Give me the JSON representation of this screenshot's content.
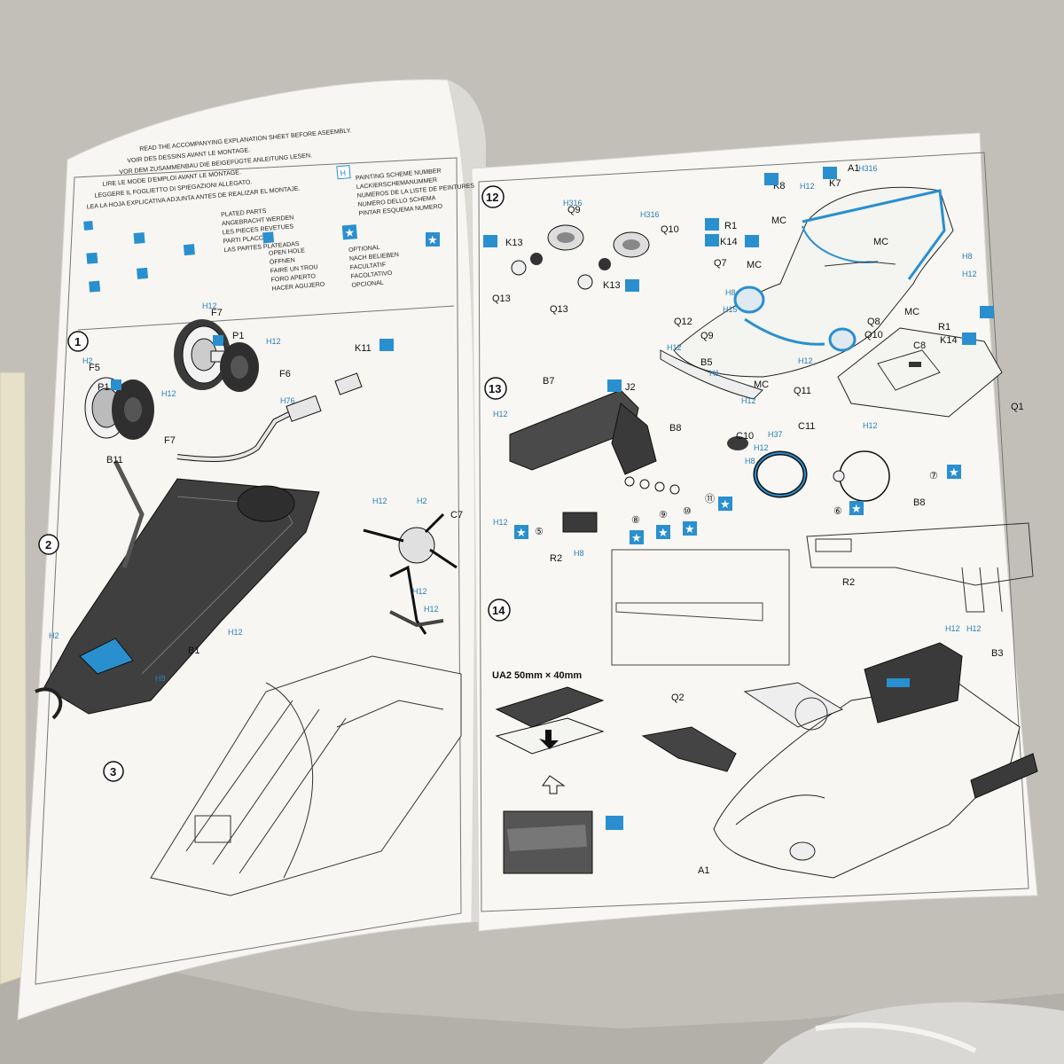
{
  "left_page": {
    "intro_lines": [
      "READ THE ACCOMPANYING EXPLANATION SHEET BEFORE ASEEMBLY.",
      "VOIR DES DESSINS AVANT LE MONTAGE.",
      "VOR DEM ZUSAMMENBAU DIE BEIGEFÜGTE ANLEITUNG LESEN.",
      "LIRE LE MODE D'EMPLOI AVANT LE MONTAGE.",
      "LEGGERE IL FOGLIETTO DI SPIEGAZIONI ALLEGATO.",
      "LEA LA HOJA EXPLICATIVA ADJUNTA ANTES DE REALIZAR EL MONTAJE."
    ],
    "legend_lines": [
      "PLATED PARTS",
      "ANGEBRACHT WERDEN",
      "LES PIECES REVETUES",
      "PARTI PLACCATI",
      "LAS PARTES PLATEADAS"
    ],
    "painting_lines": [
      "PAINTING SCHEME NUMBER",
      "LACKIERSCHEMANUMMER",
      "NUMEROS DE LA LISTE DE PEINTURES",
      "NUMERO DELLO SCHEMA",
      "PINTAR ESQUEMA NUMERO"
    ],
    "hole_lines": [
      "OPEN HOLE",
      "ÖFFNEN",
      "FAIRE UN TROU",
      "FORO APERTO",
      "HACER AGUJERO"
    ],
    "optional_lines": [
      "OPTIONAL",
      "NACH BELIEBEN",
      "FACULTATIF",
      "FACOLTATIVO",
      "OPCIONAL"
    ],
    "steps": [
      "1",
      "2",
      "3"
    ],
    "labels": {
      "F7a": "F7",
      "P1a": "P1",
      "F6a": "F6",
      "F5": "F5",
      "P1b": "P1",
      "F7b": "F7",
      "K11": "K11",
      "B11": "B11",
      "C7": "C7",
      "B1": "B1"
    },
    "h_labels": [
      "H12",
      "H12",
      "H2",
      "H12",
      "H76",
      "H12",
      "H2",
      "H2",
      "H8",
      "H12",
      "H12",
      "H12"
    ]
  },
  "right_page": {
    "steps": [
      "12",
      "13",
      "14"
    ],
    "labels": {
      "K13a": "K13",
      "Q9": "Q9",
      "Q10a": "Q10",
      "Q13a": "Q13",
      "Q13b": "Q13",
      "K13b": "K13",
      "K8": "K8",
      "K7": "K7",
      "A1a": "A1",
      "R1a": "R1",
      "K14a": "K14",
      "MCa": "MC",
      "Q7": "Q7",
      "MCb": "MC",
      "MCc": "MC",
      "Q12": "Q12",
      "Q9b": "Q9",
      "B5": "B5",
      "J2": "J2",
      "MCd": "MC",
      "Q11": "Q11",
      "Q8": "Q8",
      "Q10b": "Q10",
      "R1b": "R1",
      "K14b": "K14",
      "MCe": "MC",
      "C8": "C8",
      "Q1": "Q1",
      "B7": "B7",
      "B8a": "B8",
      "C10": "C10",
      "C11": "C11",
      "R2a": "R2",
      "B8b": "B8",
      "R2b": "R2",
      "B3": "B3",
      "Q2": "Q2",
      "A1b": "A1"
    },
    "h_labels": [
      "H316",
      "H316",
      "H316",
      "H12",
      "H8",
      "H15",
      "H1",
      "H12",
      "H12",
      "H8",
      "H12",
      "H12",
      "H12",
      "H37",
      "H12",
      "H8",
      "H12",
      "H12",
      "H8",
      "H12",
      "H12"
    ],
    "circled_numbers": [
      "⑤",
      "⑥",
      "⑦",
      "⑧",
      "⑨",
      "⑩",
      "⑪"
    ],
    "decal_note": "UA2  50mm × 40mm"
  },
  "colors": {
    "paper": "#f7f6f2",
    "accent_blue": "#2a8fcf",
    "ink": "#111111",
    "part_gray": "#3a3a3a"
  }
}
